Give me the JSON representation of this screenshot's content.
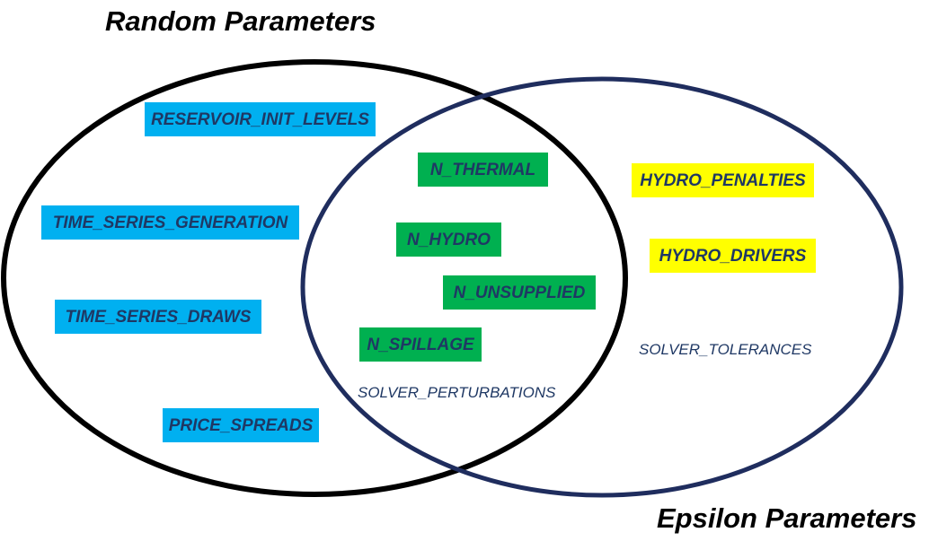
{
  "titles": {
    "random": "Random Parameters",
    "epsilon": "Epsilon Parameters"
  },
  "colors": {
    "random_circle": "#000000",
    "epsilon_circle": "#1f2d5e",
    "blue_box": "#00b0f0",
    "green_box": "#00b050",
    "yellow_box": "#ffff00",
    "label_text": "#1f3864"
  },
  "random_only": [
    "RESERVOIR_INIT_LEVELS",
    "TIME_SERIES_GENERATION",
    "TIME_SERIES_DRAWS",
    "PRICE_SPREADS"
  ],
  "intersection": [
    "N_THERMAL",
    "N_HYDRO",
    "N_UNSUPPLIED",
    "N_SPILLAGE",
    "SOLVER_PERTURBATIONS"
  ],
  "epsilon_only": [
    "HYDRO_PENALTIES",
    "HYDRO_DRIVERS",
    "SOLVER_TOLERANCES"
  ]
}
